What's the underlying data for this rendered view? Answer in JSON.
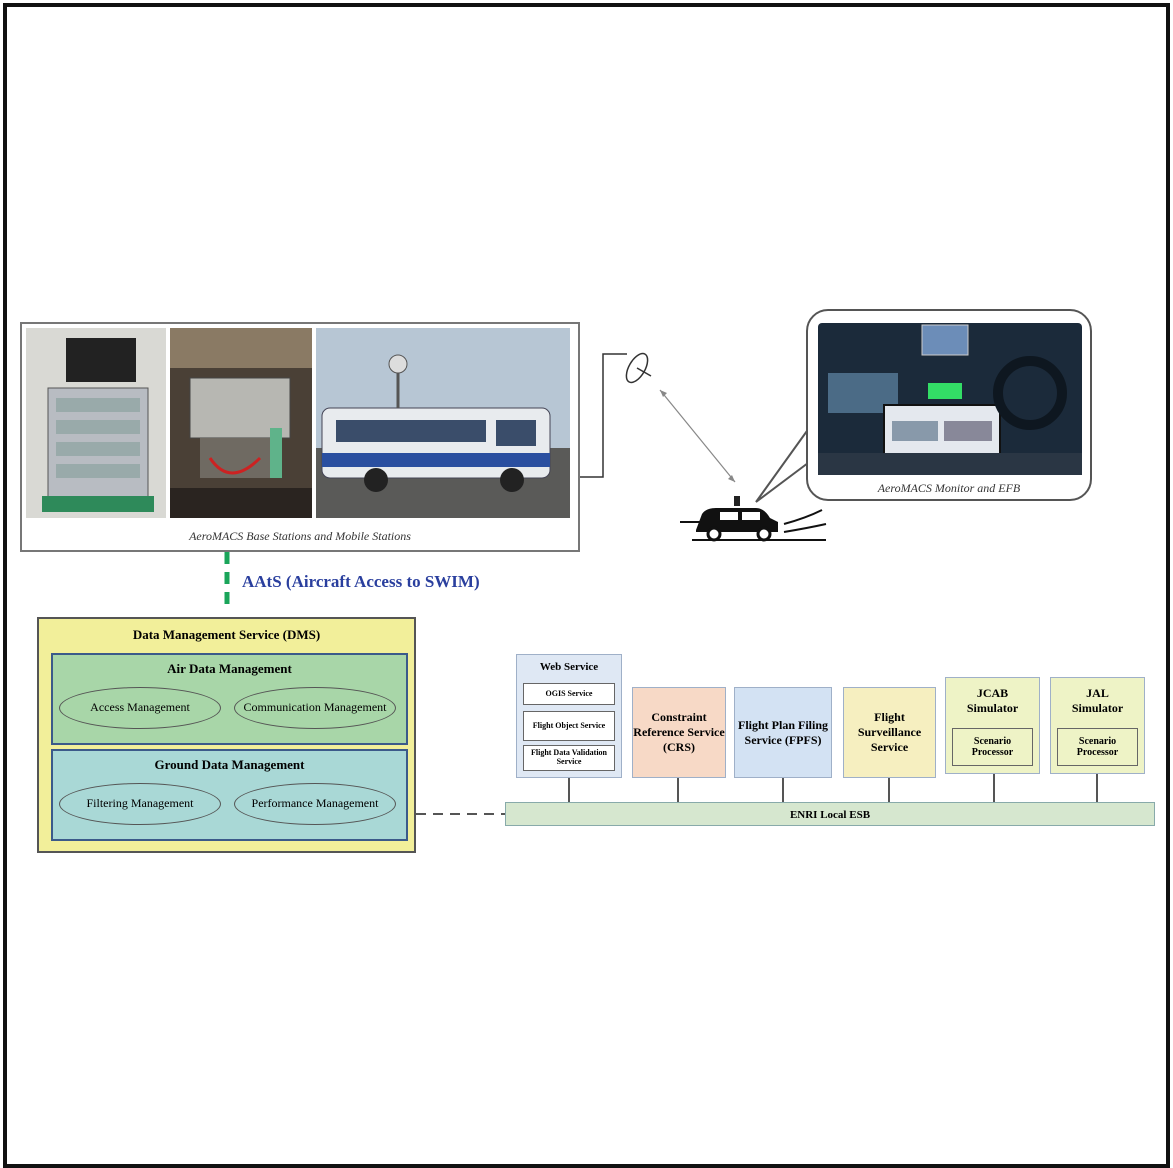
{
  "photos_caption": "AeroMACS Base Stations and Mobile Stations",
  "monitor_caption": "AeroMACS Monitor and EFB",
  "aaos_label": "AAtS (Aircraft Access to SWIM)",
  "dms": {
    "title": "Data Management Service (DMS)",
    "air": {
      "title": "Air Data Management",
      "items": [
        "Access Management",
        "Communication Management"
      ]
    },
    "ground": {
      "title": "Ground Data Management",
      "items": [
        "Filtering Management",
        "Performance Management"
      ]
    }
  },
  "esb_label": "ENRI Local ESB",
  "services": {
    "web": {
      "title": "Web Service",
      "items": [
        "OGIS Service",
        "Flight Object Service",
        "Flight Data Validation Service"
      ]
    },
    "crs": "Constraint Reference Service (CRS)",
    "ffs": "Flight Plan Filing Service (FPFS)",
    "fss": "Flight Surveillance Service",
    "jcab": {
      "title": "JCAB Simulator",
      "inner": "Scenario Processor"
    },
    "jal": {
      "title": "JAL Simulator",
      "inner": "Scenario Processor"
    }
  },
  "colors": {
    "dms_bg": "#f2ef9a",
    "air_bg": "#a8d6a8",
    "ground_bg": "#a9d8d6",
    "aaos_text": "#2a3f9e",
    "link_green": "#1aa55a",
    "crs_bg": "#f7d9c6",
    "ffs_bg": "#d3e2f3",
    "fss_bg": "#f6efc0",
    "sim_bg": "#eef3c6"
  }
}
